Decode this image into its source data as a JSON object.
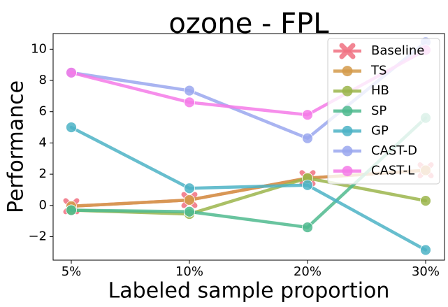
{
  "chart_data": {
    "type": "line",
    "title": "ozone - FPL",
    "xlabel": "Labeled sample proportion",
    "ylabel": "Performance",
    "categories": [
      "5%",
      "10%",
      "20%",
      "30%"
    ],
    "ylim": [
      -3.5,
      11
    ],
    "yticks": [
      -2,
      0,
      2,
      4,
      6,
      8,
      10
    ],
    "ytick_labels": [
      "−2",
      "0",
      "2",
      "4",
      "6",
      "8",
      "10"
    ],
    "grid": false,
    "legend": "top-right",
    "series": [
      {
        "name": "Baseline",
        "color": "#f07080",
        "marker": "x",
        "values": [
          -0.05,
          0.35,
          1.75,
          2.25
        ]
      },
      {
        "name": "TS",
        "color": "#d49a4a",
        "marker": "o",
        "values": [
          -0.05,
          0.35,
          1.75,
          2.25
        ]
      },
      {
        "name": "HB",
        "color": "#9bb54b",
        "marker": "o",
        "values": [
          -0.3,
          -0.55,
          1.75,
          0.3
        ]
      },
      {
        "name": "SP",
        "color": "#4fba8e",
        "marker": "o",
        "values": [
          -0.3,
          -0.4,
          -1.4,
          5.6
        ]
      },
      {
        "name": "GP",
        "color": "#4cb3c6",
        "marker": "o",
        "values": [
          5.0,
          1.1,
          1.3,
          -2.85
        ]
      },
      {
        "name": "CAST-D",
        "color": "#9aa7ef",
        "marker": "o",
        "values": [
          8.5,
          7.35,
          4.3,
          10.45
        ]
      },
      {
        "name": "CAST-L",
        "color": "#f47ae8",
        "marker": "o",
        "values": [
          8.5,
          6.6,
          5.8,
          9.95
        ]
      }
    ]
  }
}
